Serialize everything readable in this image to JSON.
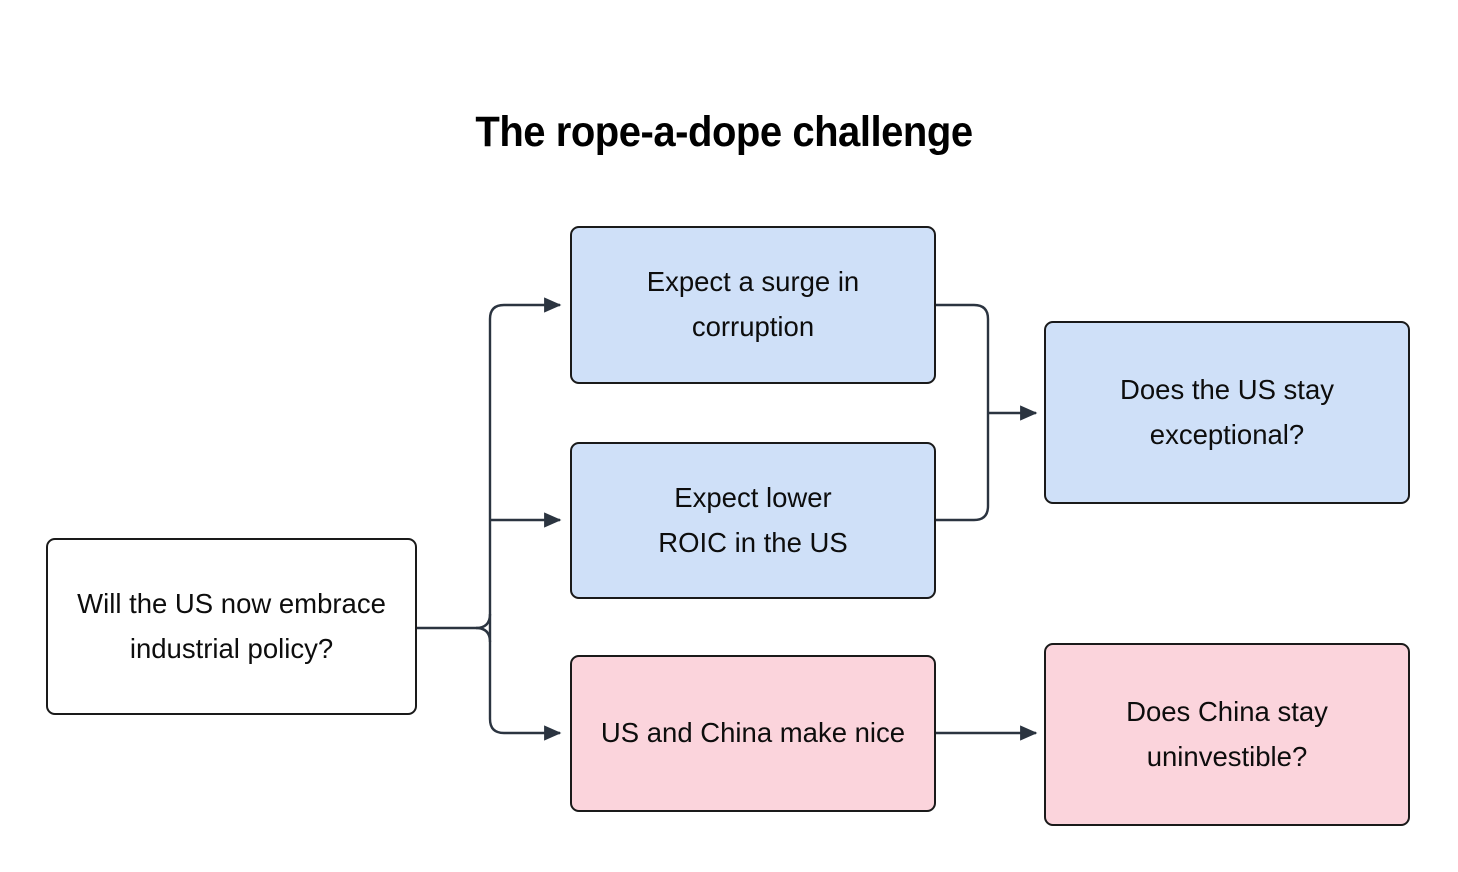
{
  "title": "The rope-a-dope challenge",
  "colors": {
    "background": "#ffffff",
    "blue_fill": "#cfe0f8",
    "pink_fill": "#fbd4dc",
    "white_fill": "#ffffff",
    "stroke": "#1a1a1a",
    "text": "#0d0d0d"
  },
  "nodes": {
    "root": {
      "label": "Will the US now embrace\nindustrial policy?",
      "fill": "white"
    },
    "corruption": {
      "label": "Expect a surge in\ncorruption",
      "fill": "blue"
    },
    "roic": {
      "label": "Expect lower\nROIC in the US",
      "fill": "blue"
    },
    "make_nice": {
      "label": "US and China make nice",
      "fill": "pink"
    },
    "us_exceptional": {
      "label": "Does the US stay\nexceptional?",
      "fill": "blue"
    },
    "china_uninvestible": {
      "label": "Does China stay\nuninvestible?",
      "fill": "pink"
    }
  },
  "edges": [
    {
      "from": "root",
      "to": "corruption"
    },
    {
      "from": "root",
      "to": "roic"
    },
    {
      "from": "root",
      "to": "make_nice"
    },
    {
      "from": "corruption",
      "to": "us_exceptional"
    },
    {
      "from": "roic",
      "to": "us_exceptional"
    },
    {
      "from": "make_nice",
      "to": "china_uninvestible"
    }
  ]
}
